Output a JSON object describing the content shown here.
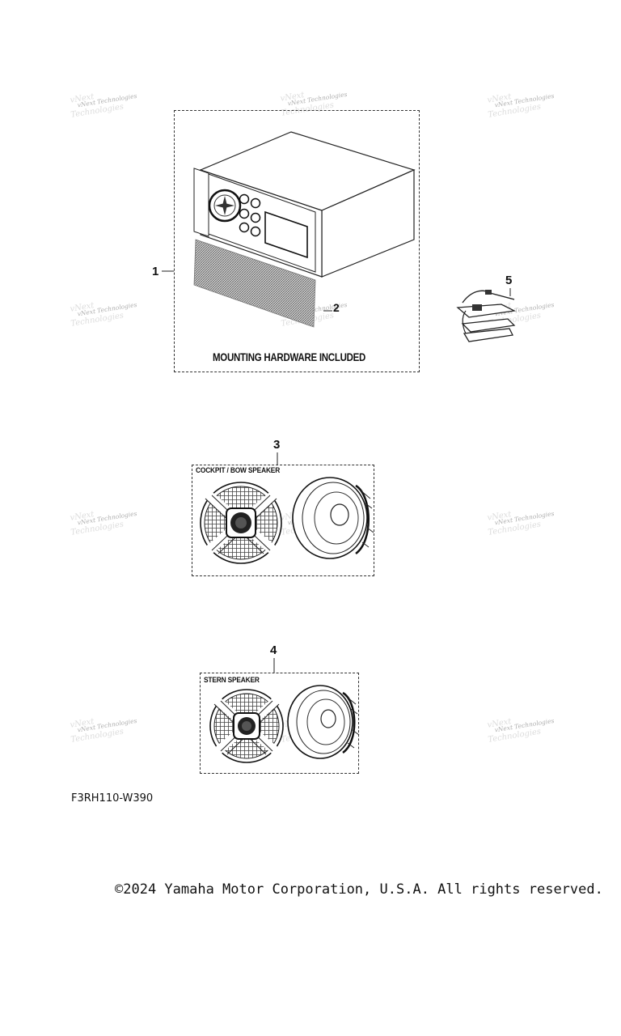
{
  "callouts": {
    "c1": "1",
    "c2": "2",
    "c3": "3",
    "c4": "4",
    "c5": "5"
  },
  "captions": {
    "mounting": "MOUNTING HARDWARE INCLUDED",
    "cockpit": "COCKPIT / BOW SPEAKER",
    "stern": "STERN SPEAKER"
  },
  "watermark": {
    "text": "vNext Technologies",
    "ghost_top": "vNext",
    "ghost_bottom": "Technologies"
  },
  "diagram_code": "F3RH110-W390",
  "copyright": "©2024 Yamaha Motor Corporation, U.S.A. All rights reserved."
}
